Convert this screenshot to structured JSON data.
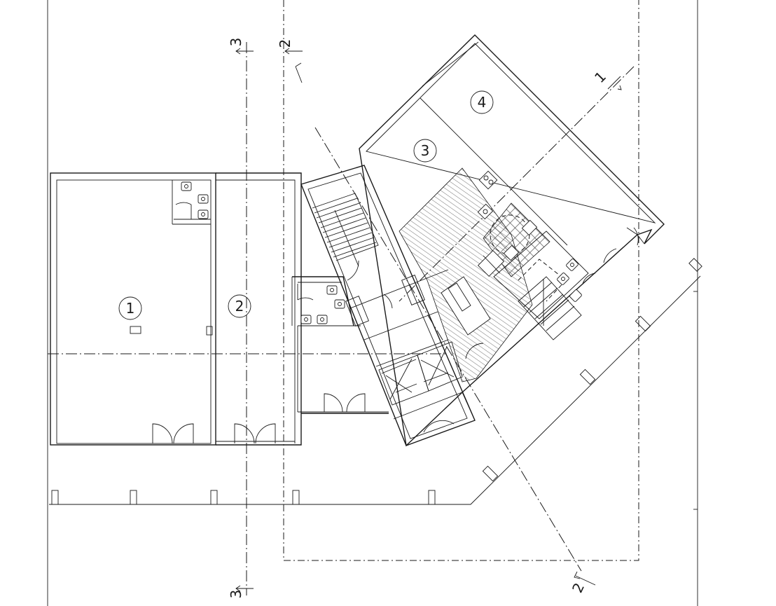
{
  "rooms": [
    {
      "number": "1"
    },
    {
      "number": "2"
    },
    {
      "number": "3"
    },
    {
      "number": "4"
    }
  ],
  "section_markers": {
    "s1": "1",
    "s2_top": "2",
    "s2_bottom": "2",
    "s3_top": "3",
    "s3_bottom": "3"
  }
}
